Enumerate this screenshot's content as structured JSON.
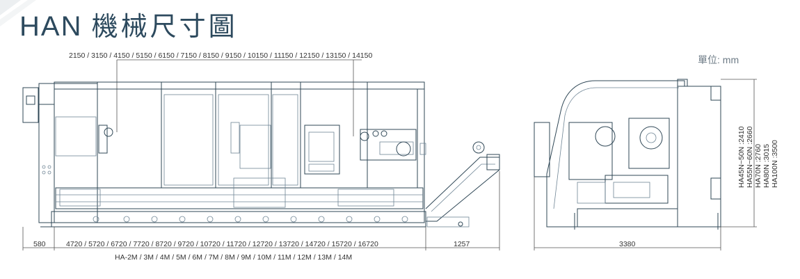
{
  "title": {
    "model": "HAN",
    "label": "機械尺寸圖"
  },
  "unit_label": "單位: mm",
  "dimensions": {
    "top_lengths": "2150 / 3150 / 4150 / 5150 / 6150 / 7150 / 8150 / 9150 / 10150 / 11150 / 12150 / 13150 / 14150",
    "left_offset": "580",
    "bed_lengths": "4720 / 5720 / 6720 / 7720 / 8720 / 9720 / 10720 / 11720 / 12720 / 13720 / 14720 / 15720 / 16720",
    "conveyor": "1257",
    "models": "HA-2M / 3M / 4M / 5M / 6M / 7M / 8M / 9M / 10M / 11M / 12M / 13M / 14M",
    "side_width": "3380",
    "heights": [
      "HA45N~50N :2410",
      "HA55N~60N :2660",
      "HA70N :2760",
      "HA80N :3015",
      "HA100N :3500"
    ]
  },
  "colors": {
    "title": "#2d4a5e",
    "line": "#2f4756",
    "unit": "#6d7b86"
  }
}
